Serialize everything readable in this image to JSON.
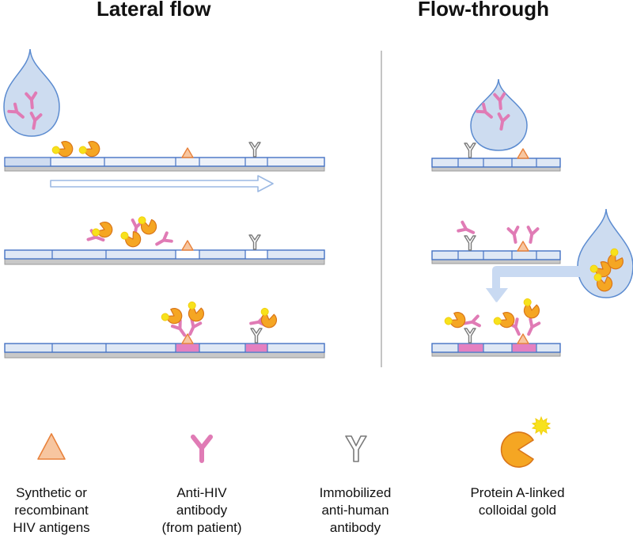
{
  "titles": {
    "lateral_flow": "Lateral flow",
    "flow_through": "Flow-through"
  },
  "legend": [
    {
      "icon": "antigen-triangle-icon",
      "lines": [
        "Synthetic or",
        "recombinant",
        "HIV antigens"
      ]
    },
    {
      "icon": "anti-hiv-antibody-icon",
      "lines": [
        "Anti-HIV",
        "antibody",
        "(from patient)"
      ]
    },
    {
      "icon": "anti-human-antibody-icon",
      "lines": [
        "Immobilized",
        "anti-human",
        "antibody"
      ]
    },
    {
      "icon": "protein-a-gold-icon",
      "lines": [
        "Protein A-linked",
        "colloidal gold"
      ]
    }
  ],
  "colors": {
    "strip_fill": "#dfe8f5",
    "strip_border": "#4472c4",
    "strip_base": "#c8c8c8",
    "drop_fill": "#cddcf0",
    "drop_stroke": "#5b8bd0",
    "antibody": "#e07bb5",
    "antigen_fill": "#f7c6a0",
    "antigen_stroke": "#e8823c",
    "gold_fill": "#f5a623",
    "gold_stroke": "#d9761a",
    "gold_sun": "#f7e21c",
    "capture_band": "#e580c0",
    "flow_arrow": "#c9daf2",
    "divider": "#b0b0b0"
  }
}
